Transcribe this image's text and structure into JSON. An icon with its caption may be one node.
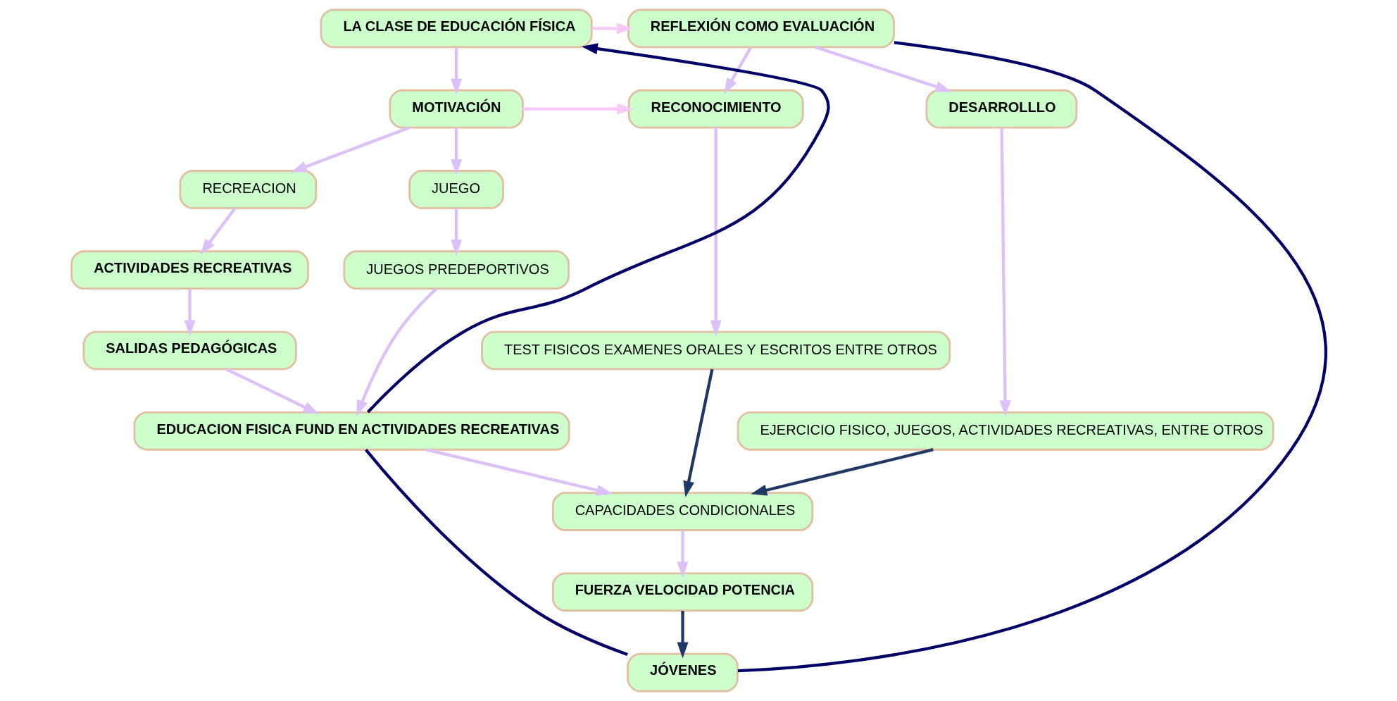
{
  "diagram": {
    "nodes": [
      {
        "text": [
          "LA CLASE DE EDUCACIÓN FÍSICA"
        ]
      },
      {
        "text": [
          "REFLEXIÓN COMO EVALUACIÓN"
        ]
      },
      {
        "text": [
          "MOTIVACIÓN"
        ]
      },
      {
        "text": [
          "RECONOCIMIENTO"
        ]
      },
      {
        "text": [
          "DESARROLLLO"
        ]
      },
      {
        "text": [
          "RECREACION"
        ]
      },
      {
        "text": [
          "JUEGO"
        ]
      },
      {
        "text": [
          "TEST FISICOS EXAMENES ORALES Y ESCRITOS ENTRE OTROS"
        ]
      },
      {
        "text": [
          "EJERCICIO FISICO, JUEGOS, ACTIVIDADES RECREATIVAS, ENTRE OTROS"
        ]
      },
      {
        "text": [
          "JÓVENES"
        ]
      },
      {
        "text": [
          "ACTIVIDADES RECREATIVAS"
        ]
      },
      {
        "text": [
          "JUEGOS PREDEPORTIVOS"
        ]
      },
      {
        "text": [
          "CAPACIDADES CONDICIONALES"
        ]
      },
      {
        "text": [
          "FUERZA VELOCIDAD POTENCIA"
        ]
      },
      {
        "text": [
          "SALIDAS PEDAGÓGICAS"
        ]
      },
      {
        "text": [
          "EDUCACION FISICA FUND EN ACTIVIDADES RECREATIVAS"
        ]
      }
    ],
    "edges": [
      {
        "from": 0,
        "to": 1,
        "arrow": "to",
        "color": "#f8c8f8"
      },
      {
        "from": 0,
        "to": 2,
        "arrow": "to"
      },
      {
        "from": 1,
        "to": 3,
        "arrow": "to"
      },
      {
        "from": 1,
        "to": 4,
        "arrow": "to"
      },
      {
        "from": 2,
        "to": 3,
        "arrow": "to",
        "color": "#f8c8f8"
      },
      {
        "from": 2,
        "to": 5,
        "arrow": "to"
      },
      {
        "from": 2,
        "to": 6,
        "arrow": "to"
      },
      {
        "from": 3,
        "to": 7,
        "arrow": "to"
      },
      {
        "from": 4,
        "to": 8,
        "arrow": "to"
      },
      {
        "from": 5,
        "to": 10,
        "arrow": "to"
      },
      {
        "from": 6,
        "to": 11,
        "arrow": "to"
      },
      {
        "from": 7,
        "to": 12,
        "arrow": "to",
        "color": "#1f3864"
      },
      {
        "from": 8,
        "to": 12,
        "arrow": "to",
        "color": "#1f3864"
      },
      {
        "from": 10,
        "to": 14,
        "arrow": "to"
      },
      {
        "from": 11,
        "to": 15,
        "arrow": "to"
      },
      {
        "from": 14,
        "to": 15,
        "arrow": "to"
      },
      {
        "from": 15,
        "to": 12,
        "arrow": "to"
      },
      {
        "from": 12,
        "to": 13,
        "arrow": "to"
      },
      {
        "from": 13,
        "to": 9,
        "arrow": "to",
        "color": "#1f3864"
      },
      {
        "from": 1,
        "to": 9,
        "arrow": "none",
        "color": "#000066"
      },
      {
        "from": 9,
        "to": 15,
        "arrow": "none",
        "color": "#000066"
      },
      {
        "from": 15,
        "to": 0,
        "arrow": "to",
        "color": "#000066"
      }
    ]
  }
}
